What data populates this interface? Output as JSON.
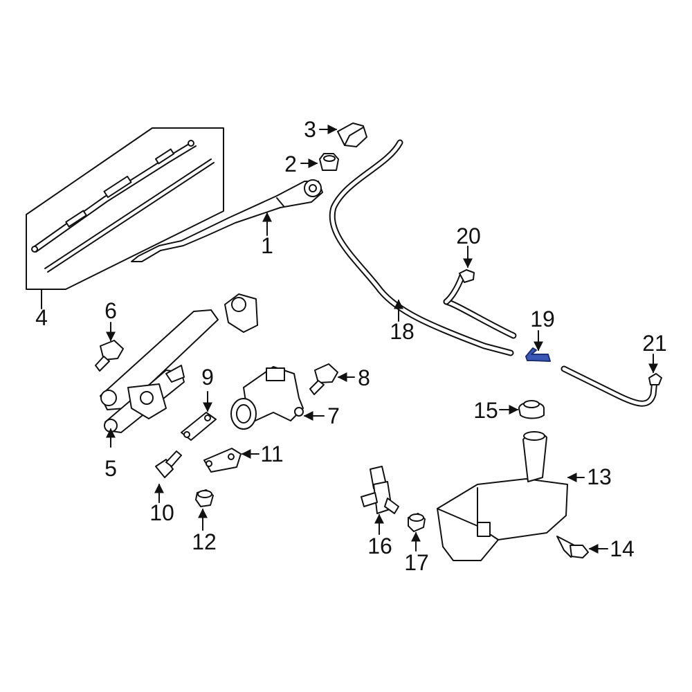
{
  "diagram": {
    "highlight_color": "#3a57b5",
    "callouts": [
      {
        "id": "1",
        "label": "1"
      },
      {
        "id": "2",
        "label": "2"
      },
      {
        "id": "3",
        "label": "3"
      },
      {
        "id": "4",
        "label": "4"
      },
      {
        "id": "5",
        "label": "5"
      },
      {
        "id": "6",
        "label": "6"
      },
      {
        "id": "7",
        "label": "7"
      },
      {
        "id": "8",
        "label": "8"
      },
      {
        "id": "9",
        "label": "9"
      },
      {
        "id": "10",
        "label": "10"
      },
      {
        "id": "11",
        "label": "11"
      },
      {
        "id": "12",
        "label": "12"
      },
      {
        "id": "13",
        "label": "13"
      },
      {
        "id": "14",
        "label": "14"
      },
      {
        "id": "15",
        "label": "15"
      },
      {
        "id": "16",
        "label": "16"
      },
      {
        "id": "17",
        "label": "17"
      },
      {
        "id": "18",
        "label": "18"
      },
      {
        "id": "19",
        "label": "19"
      },
      {
        "id": "20",
        "label": "20"
      },
      {
        "id": "21",
        "label": "21"
      }
    ]
  }
}
